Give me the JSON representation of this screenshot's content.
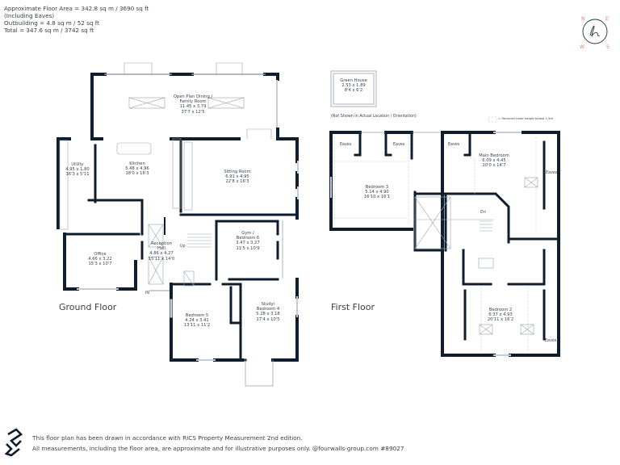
{
  "header": {
    "lines": [
      "Approximate Floor Area = 342.8 sq m / 3690 sq ft",
      "(Including Eaves)",
      "Outbuilding = 4.8 sq m / 52 sq ft",
      "Total = 347.6 sq m / 3742 sq ft"
    ]
  },
  "compass": {
    "n": "N",
    "e": "E",
    "s": "S",
    "w": "W",
    "accent": "#e8806e"
  },
  "colors": {
    "wall": "#0f1e2e",
    "line": "#9aa2ad",
    "window": "#c8cdd3"
  },
  "ground_floor": {
    "label": "Ground Floor",
    "entrance": "IN",
    "stairs": "Up",
    "rooms": [
      {
        "name": "Open Plan Dining /",
        "name2": "Family Room",
        "metric": "11.45 x 3.79",
        "imperial": "37'7 x 12'5"
      },
      {
        "name": "Kitchen",
        "metric": "5.48 x 4.96",
        "imperial": "18'0 x 16'3"
      },
      {
        "name": "Utility",
        "metric": "4.95 x 1.80",
        "imperial": "16'3 x 5'11"
      },
      {
        "name": "Sitting Room",
        "metric": "6.91 x 4.95",
        "imperial": "22'8 x 16'3"
      },
      {
        "name": "Reception",
        "name2": "Hall",
        "metric": "4.86 x 4.27",
        "imperial": "15'11 x 14'0"
      },
      {
        "name": "Office",
        "metric": "4.66 x 3.22",
        "imperial": "15'3 x 10'7"
      },
      {
        "name": "Gym /",
        "name2": "Bedroom 6",
        "metric": "3.47 x 3.27",
        "imperial": "11'5 x 10'9"
      },
      {
        "name": "Bedroom 5",
        "metric": "4.24 x 3.41",
        "imperial": "13'11 x 11'2"
      },
      {
        "name": "Study/",
        "name2": "Bedroom 4",
        "metric": "5.28 x 3.18",
        "imperial": "17'4 x 10'5"
      }
    ]
  },
  "outbuilding": {
    "name": "Green House",
    "metric": "2.53 x 1.89",
    "imperial": "8'4 x 6'2",
    "note": "(Not Shown In Actual Location / Orientation)"
  },
  "first_floor": {
    "label": "First Floor",
    "stairs": "Dn",
    "legend": "= Reduced head height below 1.5m",
    "eaves": "Eaves",
    "rooms": [
      {
        "name": "Bedroom 3",
        "metric": "5.14 x 4.90",
        "imperial": "16'10 x 16'1"
      },
      {
        "name": "Main Bedroom",
        "metric": "6.09 x 4.45",
        "imperial": "20'0 x 14'7"
      },
      {
        "name": "Bedroom 2",
        "metric": "6.37 x 4.93",
        "imperial": "20'11 x 16'2"
      }
    ]
  },
  "footer": {
    "line1": "This floor plan has been drawn in accordance with RICS Property Measurement 2nd edition.",
    "line2": "All measurements, including the floor area, are approximate and for illustrative purposes only. @fourwalls-group.com #89027"
  }
}
